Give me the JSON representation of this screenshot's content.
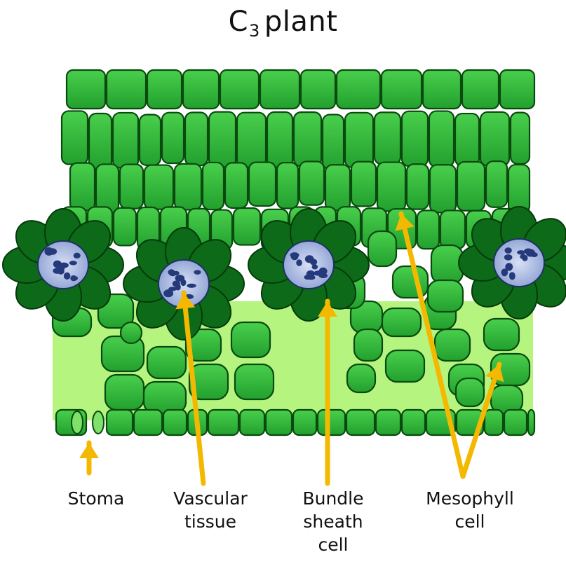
{
  "title": {
    "main": "C",
    "subscript": "3",
    "rest": "plant"
  },
  "labels": {
    "stoma": "Stoma",
    "vascular_tissue": "Vascular\ntissue",
    "bundle_sheath_cell": "Bundle\nsheath\ncell",
    "mesophyll_cell": "Mesophyll\ncell"
  },
  "colors": {
    "cell_fill": "#2fb83a",
    "cell_stroke": "#0a4a0f",
    "air_space": "#aef27a",
    "bundle_sheath": "#0c6a18",
    "vascular": "#a9b8e0",
    "vascular_dark": "#243a7a",
    "arrow": "#f5b800"
  }
}
